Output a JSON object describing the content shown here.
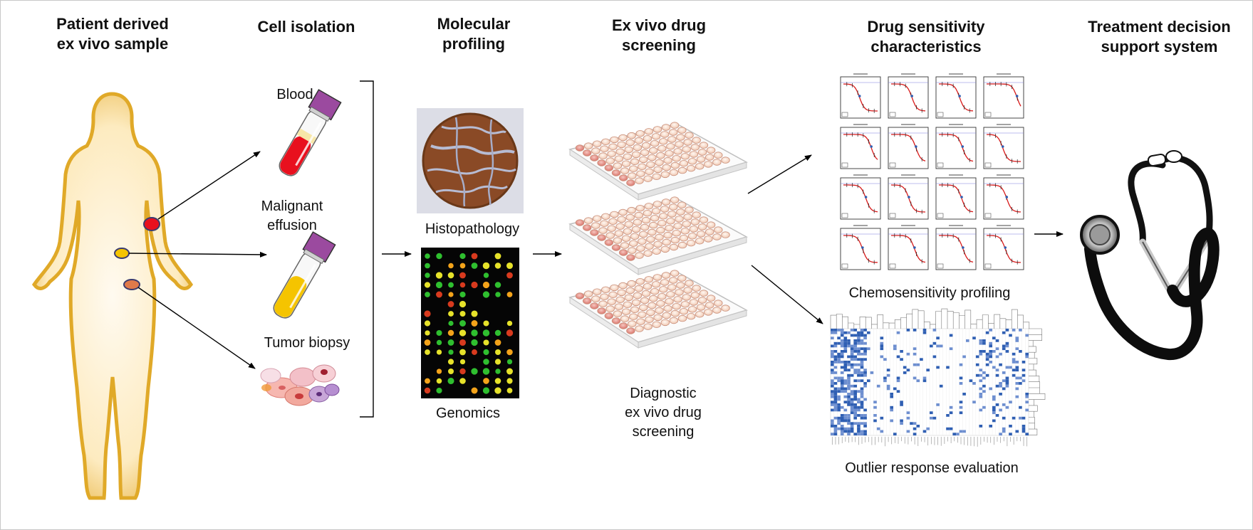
{
  "headers": {
    "patient": "Patient derived\nex vivo sample",
    "isolation": "Cell isolation",
    "molecular": "Molecular\nprofiling",
    "screening": "Ex vivo drug\nscreening",
    "sensitivity": "Drug sensitivity\ncharacteristics",
    "decision": "Treatment decision\nsupport system"
  },
  "labels": {
    "blood": "Blood",
    "effusion": "Malignant\neffusion",
    "tumor": "Tumor biopsy",
    "histopathology": "Histopathology",
    "genomics": "Genomics",
    "diagnostic": "Diagnostic\nex vivo drug\nscreening",
    "chemo": "Chemosensitivity profiling",
    "outlier": "Outlier response evaluation"
  },
  "colors": {
    "body_fill": "#fff3d6",
    "body_edge": "#e8b53a",
    "blood": "#e8101e",
    "effusion": "#f5c400",
    "tumor_spot": "#e07a4a",
    "cap": "#9b4a9f",
    "dose_curve": "#d81b1b",
    "heatmap_blue": "#2f5fb3"
  },
  "icons": [
    "woman-silhouette",
    "blood-tube-icon",
    "effusion-tube-icon",
    "cells-icon",
    "tissue-core-image",
    "microarray-image",
    "well-plate-icon",
    "dose-response-grid",
    "heatmap",
    "stethoscope-icon"
  ]
}
